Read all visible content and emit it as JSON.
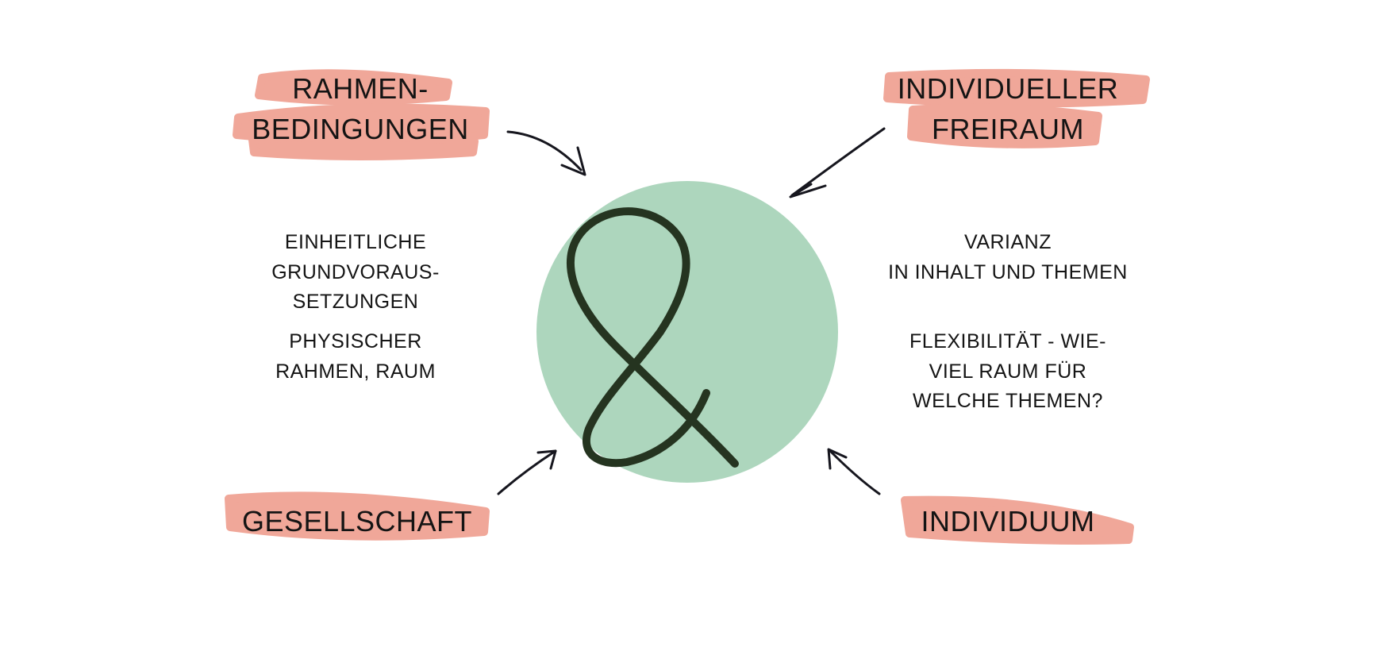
{
  "colors": {
    "circle": "#add6bd",
    "highlight": "#f0a799",
    "ampersand": "#253420",
    "arrow": "#16161e",
    "text": "#141414"
  },
  "center": {
    "symbol": "&",
    "symbol_icon": "ampersand-icon"
  },
  "top_left": {
    "heading": [
      "RAHMEN-",
      "BEDINGUNGEN"
    ],
    "details": [
      [
        "EINHEITLICHE",
        "GRUNDVORAUS-",
        "SETZUNGEN"
      ],
      [
        "PHYSISCHER",
        "RAHMEN, RAUM"
      ]
    ]
  },
  "top_right": {
    "heading": [
      "INDIVIDUELLER",
      "FREIRAUM"
    ],
    "details": [
      [
        "VARIANZ",
        "IN INHALT UND THEMEN"
      ],
      [
        "FLEXIBILITÄT - WIE-",
        "VIEL RAUM FÜR",
        "WELCHE THEMEN?"
      ]
    ]
  },
  "bottom_left": {
    "heading": [
      "GESELLSCHAFT"
    ]
  },
  "bottom_right": {
    "heading": [
      "INDIVIDUUM"
    ]
  }
}
